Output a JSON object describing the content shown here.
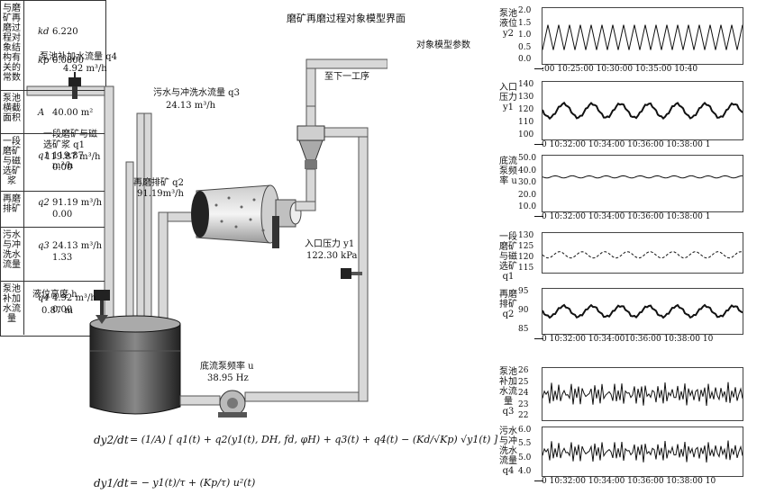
{
  "title": "磨矿再磨过程对象模型界面",
  "process": {
    "q4_label": "泵池补加水流量 q4",
    "q4_value": "4.92 m³/h",
    "q3_label": "污水与冲洗水流量 q3",
    "q3_value": "24.13 m³/h",
    "q1_label_1": "一段磨矿与磁",
    "q1_label_2": "选矿浆 q1",
    "q1_value": "119.87 m³/h",
    "q2_label": "再磨排矿 q2",
    "q2_value": "91.19m³/h",
    "next_stage": "至下一工序",
    "pressure_label": "入口压力 y1",
    "pressure_value": "122.30 kPa",
    "level_label": "液位高度 h",
    "level_value": "0.87 m",
    "pump_freq_label": "底流泵频率 u",
    "pump_freq_value": "38.95 Hz"
  },
  "params": {
    "title": "对象模型参数",
    "rows": [
      {
        "name": "与磨矿再磨过程对象结构有关的常数",
        "sym1": "kd",
        "val1": "6.220",
        "sym2": "kp",
        "val2": "0.0800"
      },
      {
        "name": "泵池横截面积",
        "sym1": "A",
        "val1": "40.00 m²"
      },
      {
        "name": "一段磨矿与磁选矿浆",
        "sym1": "q1",
        "val1": "119.87 m³/h",
        "val2": "0.00"
      },
      {
        "name": "再磨排矿",
        "sym1": "q2",
        "val1": "91.19 m³/h",
        "val2": "0.00"
      },
      {
        "name": "污水与冲洗水流量",
        "sym1": "q3",
        "val1": "24.13 m³/h",
        "val2": "1.33"
      },
      {
        "name": "泵池补加水流量",
        "sym1": "q4",
        "val1": "4.92 m³/h",
        "val2": "0.00"
      }
    ]
  },
  "trends": [
    {
      "label": "泵池液位 y2",
      "ticks": [
        "2.0",
        "1.5",
        "1.0",
        "0.5",
        "0.0"
      ],
      "xlabels": ":00   10:25:00  10:30:00  10:35:00  10:40"
    },
    {
      "label": "入口压力 y1",
      "ticks": [
        "140",
        "130",
        "120",
        "110",
        "100"
      ],
      "xlabels": "0  10:32:00  10:34:00 10:36:00  10:38:00  1"
    },
    {
      "label": "底流泵频率 u",
      "ticks": [
        "50.0",
        "40.0",
        "30.0",
        "20.0",
        "10.0"
      ],
      "xlabels": "0  10:32:00  10:34:00 10:36:00  10:38:00  1"
    },
    {
      "label": "一段磨矿与磁选矿 q1",
      "ticks": [
        "130",
        "125",
        "120",
        "115"
      ],
      "xlabels": ""
    },
    {
      "label": "再磨排矿 q2",
      "ticks": [
        "95",
        "90",
        "85"
      ],
      "xlabels": "0  10:32:00  10:34:0010:36:00  10:38:00  10"
    },
    {
      "label": "泵池补加水流量 q3",
      "ticks": [
        "26",
        "25",
        "24",
        "23",
        "22"
      ],
      "xlabels": ""
    },
    {
      "label": "污水与冲洗水流量 q4",
      "ticks": [
        "6.0",
        "5.5",
        "5.0",
        "4.0"
      ],
      "xlabels": "0  10:32:00  10:34:00 10:36:00  10:38:00  10"
    }
  ],
  "equations": {
    "eq1_lhs": "dy2/dt",
    "eq1_rhs": "= (1/A) [ q1(t) + q2(y1(t), DH, fd, φH) + q3(t) + q4(t) − (Kd/√Kp) √y1(t) ]",
    "eq2_lhs": "dy1/dt",
    "eq2_rhs": "= − y1(t)/τ + (Kp/τ) u²(t)"
  },
  "colors": {
    "pipe": "#d8d8d8",
    "pipe_edge": "#555555",
    "tank": "#444444"
  }
}
